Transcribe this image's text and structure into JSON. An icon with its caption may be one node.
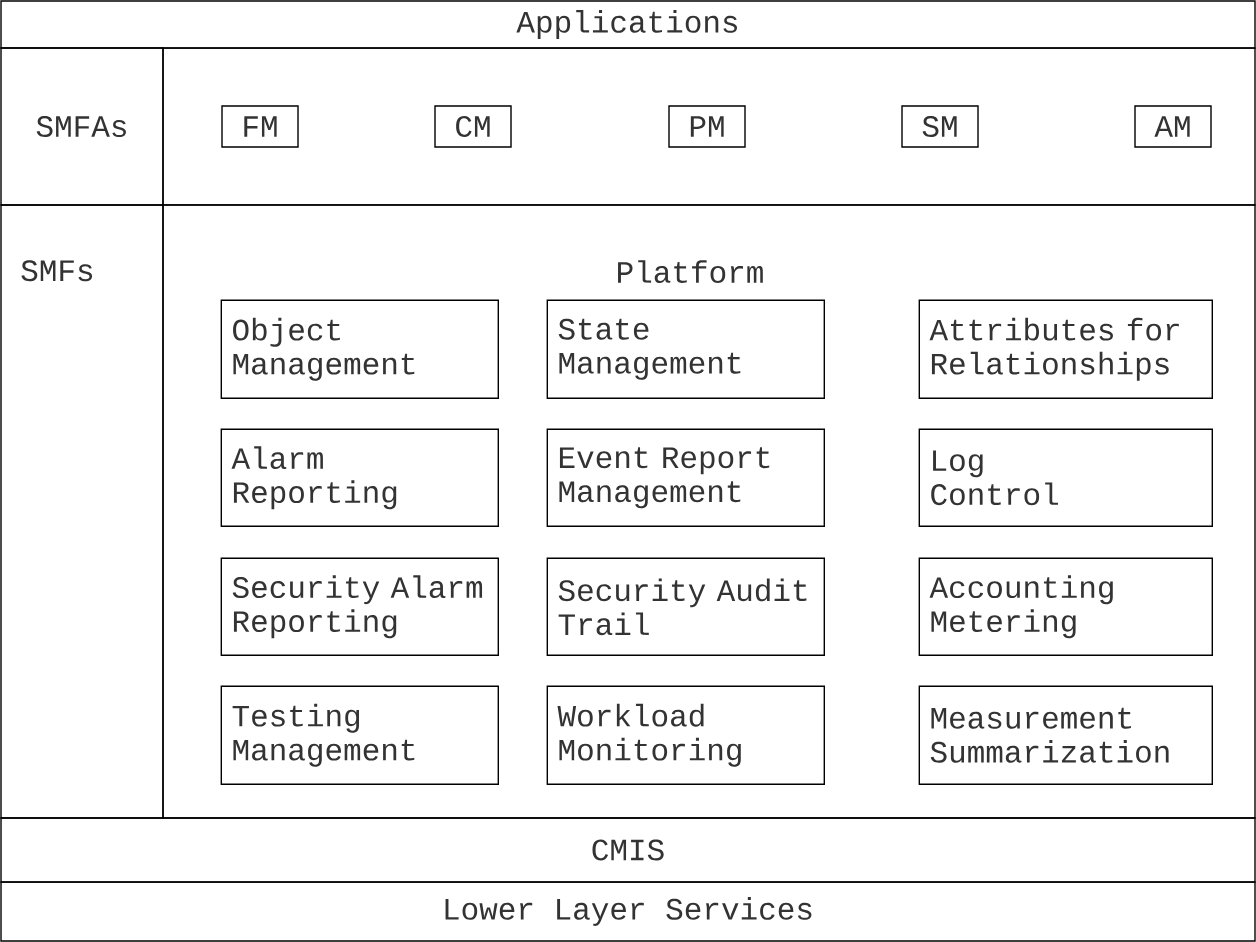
{
  "diagram": {
    "nodes": [
      {
        "text": [
          "Applications"
        ]
      },
      {
        "text": [
          "SMFAs"
        ]
      },
      {
        "text": [
          "FM"
        ]
      },
      {
        "text": [
          "CM"
        ]
      },
      {
        "text": [
          "PM"
        ]
      },
      {
        "text": [
          "SM"
        ]
      },
      {
        "text": [
          "AM"
        ]
      },
      {
        "text": [
          "SMFs"
        ]
      },
      {
        "text": [
          "Platform"
        ]
      },
      {
        "text": [
          "Object Management"
        ],
        "in": 8
      },
      {
        "text": [
          "State Management"
        ],
        "in": 8
      },
      {
        "text": [
          "Attributes for Relationships"
        ],
        "in": 8
      },
      {
        "text": [
          "Alarm Reporting"
        ],
        "in": 8
      },
      {
        "text": [
          "Event Report Management"
        ],
        "in": 8
      },
      {
        "text": [
          "Log Control"
        ],
        "in": 8
      },
      {
        "text": [
          "Security Alarm Reporting"
        ],
        "in": 8
      },
      {
        "text": [
          "Security Audit Trail"
        ],
        "in": 8
      },
      {
        "text": [
          "Accounting Metering"
        ],
        "in": 8
      },
      {
        "text": [
          "Testing Management"
        ],
        "in": 8
      },
      {
        "text": [
          "Workload Monitoring"
        ],
        "in": 8
      },
      {
        "text": [
          "Measurement Summarization"
        ],
        "in": 8
      },
      {
        "text": [
          "CMIS"
        ]
      },
      {
        "text": [
          "Lower Layer Services"
        ]
      }
    ]
  }
}
